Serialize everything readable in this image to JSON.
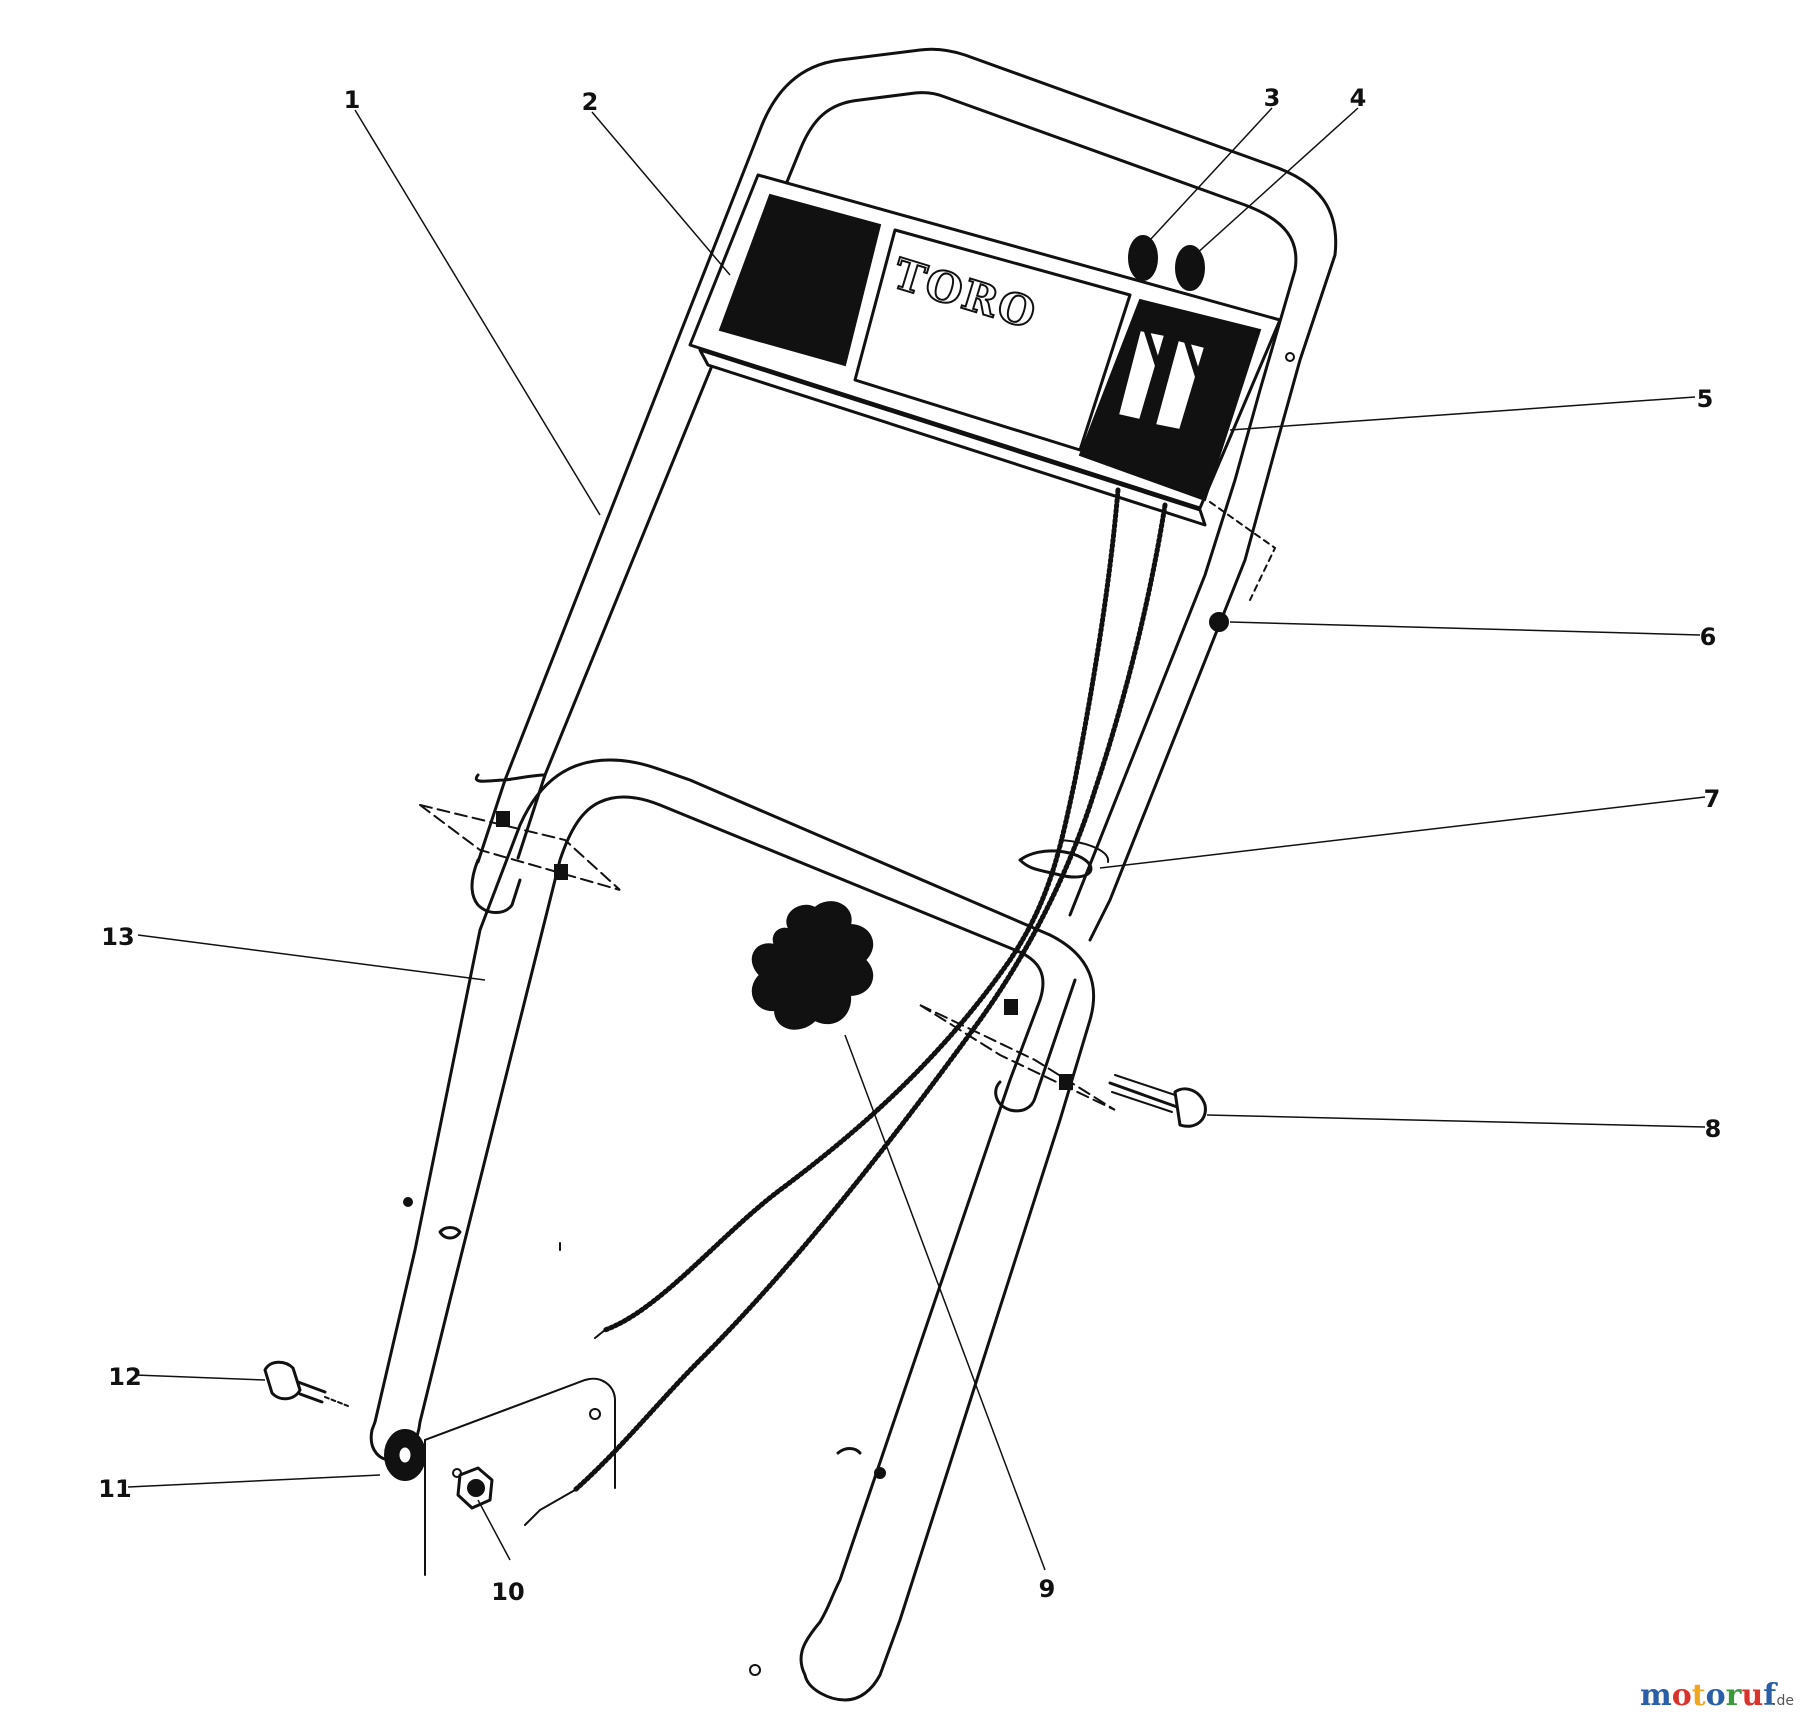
{
  "diagram": {
    "logo_text": "TORO",
    "callouts": [
      "1",
      "2",
      "3",
      "4",
      "5",
      "6",
      "7",
      "8",
      "9",
      "10",
      "11",
      "12",
      "13"
    ]
  },
  "watermark": {
    "letters": [
      "m",
      "o",
      "t",
      "o",
      "r",
      "u",
      "f"
    ],
    "colors": [
      "#2a5fa8",
      "#d9342b",
      "#f0a71f",
      "#2a5fa8",
      "#3a9a3a",
      "#d9342b",
      "#2a5fa8"
    ],
    "suffix": ".de"
  }
}
